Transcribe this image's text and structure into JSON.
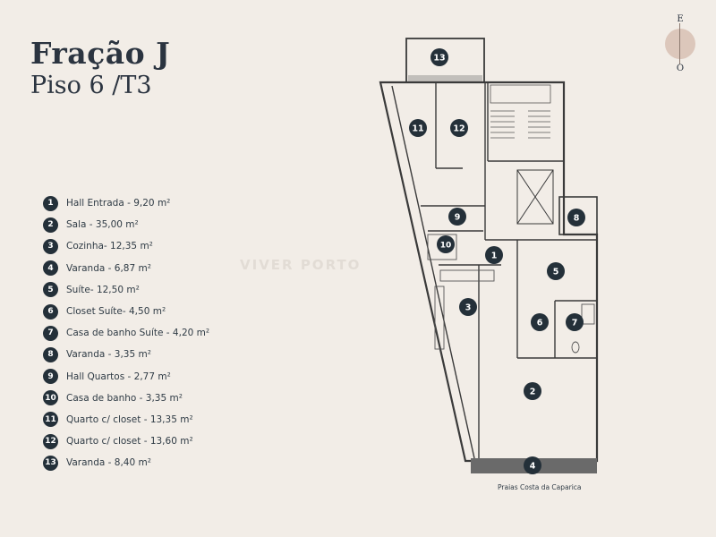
{
  "header": {
    "title": "Fração J",
    "subtitle": "Piso 6 /T3"
  },
  "compass": {
    "top_label": "E",
    "bottom_label": "O"
  },
  "legend": [
    {
      "num": "1",
      "label": "Hall Entrada - 9,20 m²"
    },
    {
      "num": "2",
      "label": "Sala - 35,00 m²"
    },
    {
      "num": "3",
      "label": "Cozinha- 12,35 m²"
    },
    {
      "num": "4",
      "label": "Varanda - 6,87 m²"
    },
    {
      "num": "5",
      "label": "Suíte- 12,50 m²"
    },
    {
      "num": "6",
      "label": "Closet Suíte- 4,50 m²"
    },
    {
      "num": "7",
      "label": "Casa de banho Suíte - 4,20 m²"
    },
    {
      "num": "8",
      "label": "Varanda - 3,35 m²"
    },
    {
      "num": "9",
      "label": "Hall Quartos - 2,77 m²"
    },
    {
      "num": "10",
      "label": "Casa de banho -  3,35 m²"
    },
    {
      "num": "11",
      "label": "Quarto c/ closet - 13,35 m²"
    },
    {
      "num": "12",
      "label": "Quarto c/ closet - 13,60 m²"
    },
    {
      "num": "13",
      "label": "Varanda - 8,40 m²"
    }
  ],
  "plan": {
    "markers": [
      "13",
      "11",
      "12",
      "8",
      "9",
      "10",
      "1",
      "5",
      "3",
      "6",
      "7",
      "2",
      "4"
    ],
    "watermark": "VIVER PORTO",
    "caption": "Praias Costa da Caparica"
  },
  "colors": {
    "background": "#f2ede7",
    "badge": "#243039",
    "wall": "#3a3a3a",
    "balcony": "#6a6a6a",
    "compass_dial": "#d9c2b6"
  }
}
